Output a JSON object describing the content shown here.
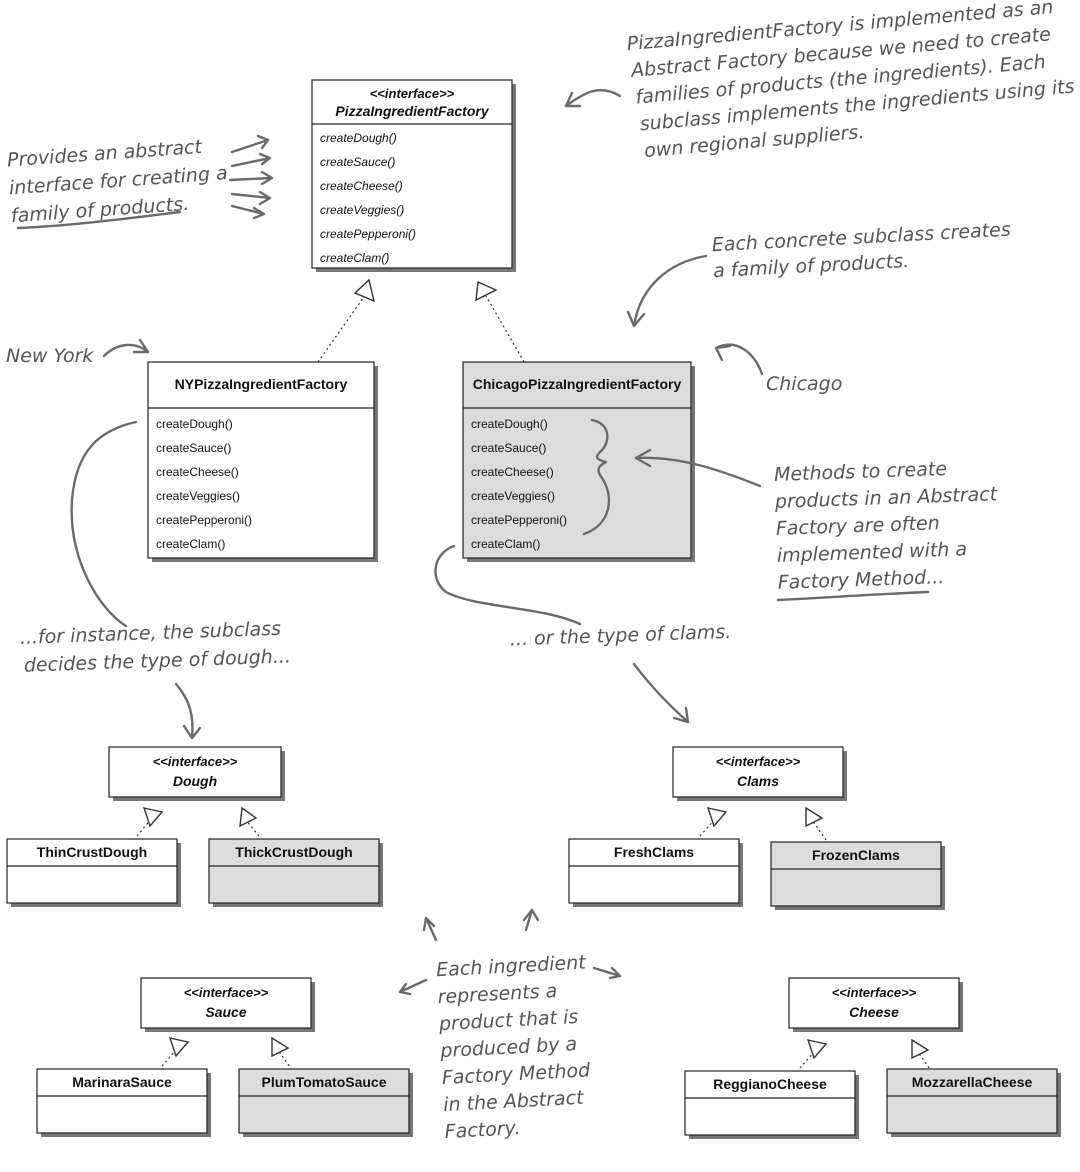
{
  "classes": {
    "factory": {
      "stereotype": "<<interface>>",
      "name": "PizzaIngredientFactory",
      "methods": [
        "createDough()",
        "createSauce()",
        "createCheese()",
        "createVeggies()",
        "createPepperoni()",
        "createClam()"
      ]
    },
    "ny": {
      "name": "NYPizzaIngredientFactory",
      "methods": [
        "createDough()",
        "createSauce()",
        "createCheese()",
        "createVeggies()",
        "createPepperoni()",
        "createClam()"
      ]
    },
    "chicago": {
      "name": "ChicagoPizzaIngredientFactory",
      "methods": [
        "createDough()",
        "createSauce()",
        "createCheese()",
        "createVeggies()",
        "createPepperoni()",
        "createClam()"
      ]
    },
    "dough": {
      "stereotype": "<<interface>>",
      "name": "Dough"
    },
    "thin_crust": {
      "name": "ThinCrustDough"
    },
    "thick_crust": {
      "name": "ThickCrustDough"
    },
    "clams": {
      "stereotype": "<<interface>>",
      "name": "Clams"
    },
    "fresh_clams": {
      "name": "FreshClams"
    },
    "frozen_clams": {
      "name": "FrozenClams"
    },
    "sauce": {
      "stereotype": "<<interface>>",
      "name": "Sauce"
    },
    "marinara": {
      "name": "MarinaraSauce"
    },
    "plum_tomato": {
      "name": "PlumTomatoSauce"
    },
    "cheese": {
      "stereotype": "<<interface>>",
      "name": "Cheese"
    },
    "reggiano": {
      "name": "ReggianoCheese"
    },
    "mozzarella": {
      "name": "MozzarellaCheese"
    }
  },
  "annotations": {
    "abstract_factory_note": [
      "PizzaIngredientFactory is implemented as an",
      "Abstract Factory because we need to create",
      "families of products (the ingredients). Each",
      "subclass implements the ingredients using its",
      "own regional suppliers."
    ],
    "provides_note": [
      "Provides an abstract",
      "interface for creating a",
      "family of products."
    ],
    "concrete_note": [
      "Each concrete subclass creates",
      "a family of products."
    ],
    "new_york": "New York",
    "chicago": "Chicago",
    "methods_note": [
      "Methods to create",
      "products in an Abstract",
      "Factory are often",
      "implemented with a",
      "Factory Method..."
    ],
    "dough_note": [
      "...for instance, the subclass",
      "decides the type of dough..."
    ],
    "clams_note": "... or the type of clams.",
    "ingredient_note": [
      "Each ingredient",
      "represents a",
      "product that is",
      "produced by a",
      "Factory Method",
      "in the Abstract",
      "Factory."
    ]
  },
  "colors": {
    "shaded_fill": "#dcdcdc",
    "handwriting": "#555555"
  }
}
